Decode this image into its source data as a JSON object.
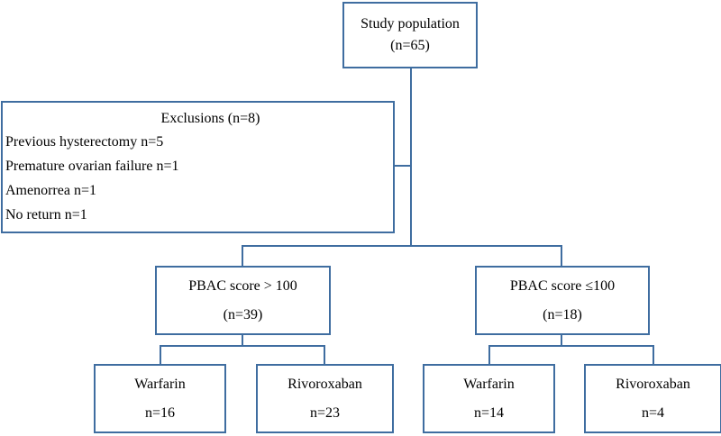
{
  "study": {
    "title": "Study population",
    "n": "(n=65)"
  },
  "exclusions": {
    "title": "Exclusions (n=8)",
    "items": [
      "Previous hysterectomy n=5",
      "Premature ovarian failure n=1",
      "Amenorrea n=1",
      "No return n=1"
    ]
  },
  "pbac_high": {
    "title": "PBAC score > 100",
    "n": "(n=39)"
  },
  "pbac_low": {
    "title": "PBAC score ≤100",
    "n": "(n=18)"
  },
  "high_groups": [
    {
      "name": "Warfarin",
      "n": "n=16"
    },
    {
      "name": "Rivoroxaban",
      "n": "n=23"
    }
  ],
  "low_groups": [
    {
      "name": "Warfarin",
      "n": "n=14"
    },
    {
      "name": "Rivoroxaban",
      "n": "n=4"
    }
  ],
  "colors": {
    "border": "#3f6da0"
  }
}
